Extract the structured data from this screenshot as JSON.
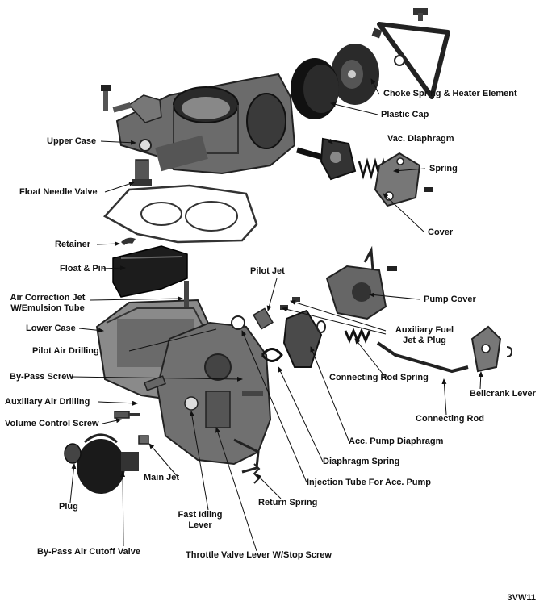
{
  "labels": {
    "choke_spring": "Choke Spring & Heater Element",
    "plastic_cap": "Plastic Cap",
    "vac_diaphragm": "Vac. Diaphragm",
    "spring": "Spring",
    "cover": "Cover",
    "upper_case": "Upper Case",
    "float_needle_valve": "Float Needle Valve",
    "retainer": "Retainer",
    "float_pin": "Float & Pin",
    "pilot_jet": "Pilot Jet",
    "pump_cover": "Pump Cover",
    "air_correction_jet_1": "Air Correction Jet",
    "air_correction_jet_2": "W/Emulsion Tube",
    "lower_case": "Lower Case",
    "aux_fuel_1": "Auxiliary Fuel",
    "aux_fuel_2": "Jet & Plug",
    "pilot_air_drilling": "Pilot Air Drilling",
    "connecting_rod_spring": "Connecting Rod Spring",
    "bypass_screw": "By-Pass Screw",
    "bellcrank_lever": "Bellcrank Lever",
    "aux_air_drilling": "Auxiliary Air Drilling",
    "connecting_rod": "Connecting Rod",
    "volume_control_screw": "Volume Control Screw",
    "acc_pump_diaphragm": "Acc. Pump Diaphragm",
    "diaphragm_spring": "Diaphragm Spring",
    "main_jet": "Main Jet",
    "injection_tube": "Injection Tube For Acc. Pump",
    "return_spring": "Return Spring",
    "plug": "Plug",
    "fast_idling_1": "Fast Idling",
    "fast_idling_2": "Lever",
    "bypass_air_cutoff": "By-Pass Air Cutoff Valve",
    "throttle_valve_lever": "Throttle Valve Lever W/Stop Screw"
  },
  "figure_id": "3VW11"
}
